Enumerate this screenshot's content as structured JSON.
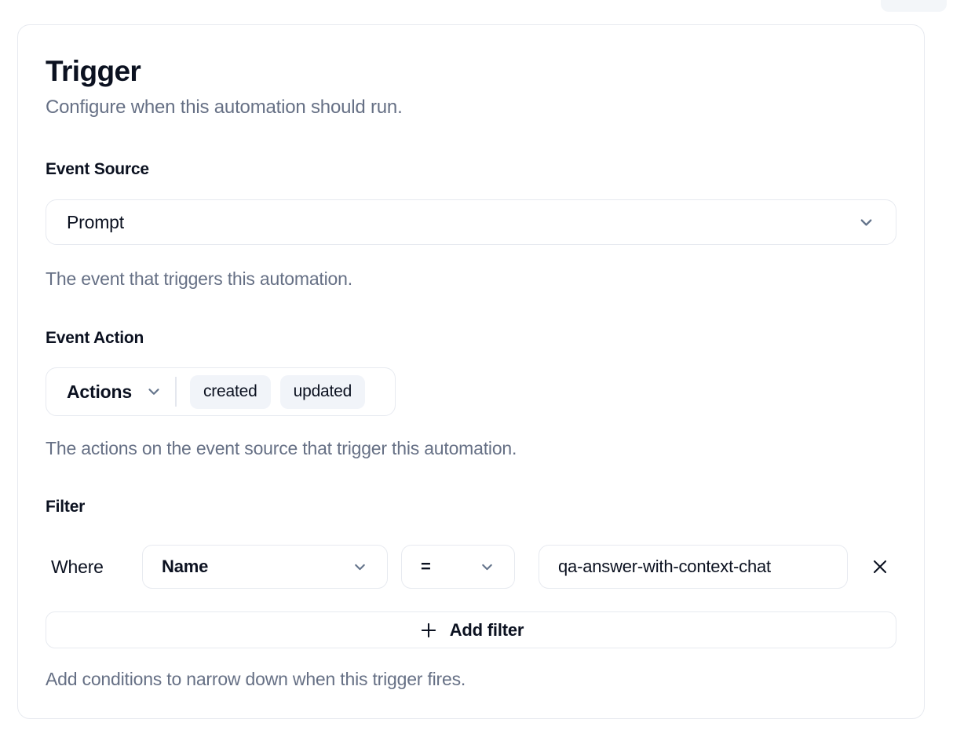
{
  "card": {
    "title": "Trigger",
    "subtitle": "Configure when this automation should run.",
    "event_source": {
      "label": "Event Source",
      "value": "Prompt",
      "help": "The event that triggers this automation."
    },
    "event_action": {
      "label": "Event Action",
      "dropdown_label": "Actions",
      "chips": [
        "created",
        "updated"
      ],
      "help": "The actions on the event source that trigger this automation."
    },
    "filter": {
      "label": "Filter",
      "where_label": "Where",
      "field_value": "Name",
      "operator_value": "=",
      "value": "qa-answer-with-context-chat",
      "add_button_label": "Add filter",
      "help": "Add conditions to narrow down when this trigger fires."
    }
  },
  "icons": {
    "event_source_select": "chevron-down",
    "actions_dropdown": "chevron-down",
    "filter_field_select": "chevron-down",
    "filter_operator_select": "chevron-down",
    "remove_filter": "x-close",
    "add_filter": "plus"
  },
  "colors": {
    "text": "#0b1120",
    "muted_text": "#667085",
    "border": "#e7eaf0",
    "chip_background": "#f1f4f9",
    "icon": "#64748b"
  }
}
